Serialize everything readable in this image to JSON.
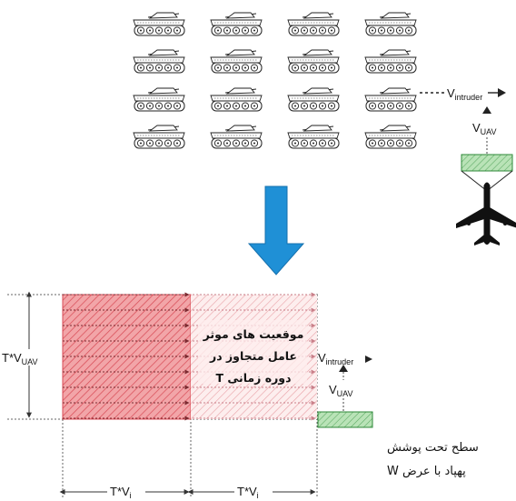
{
  "top": {
    "v_intruder_main": "V",
    "v_intruder_sub": "intruder",
    "v_uav_main": "V",
    "v_uav_sub": "UAV"
  },
  "bottom": {
    "height_label_main": "T*V",
    "height_label_sub": "UAV",
    "center_text_line1": "موقعیت های موثر",
    "center_text_line2": "عامل متجاوز در",
    "center_text_line3": "دوره زمانی T",
    "v_intruder_main": "V",
    "v_intruder_sub": "intruder",
    "v_uav_main": "V",
    "v_uav_sub": "UAV",
    "coverage_line1": "سطح تحت پوشش",
    "coverage_line2": "پهپاد با عرض W",
    "width_label_1_main": "T*V",
    "width_label_1_sub": "i",
    "width_label_2_main": "T*V",
    "width_label_2_sub": "i"
  },
  "colors": {
    "red_region": "#f2a5a8",
    "red_stroke": "#d84a55",
    "hatch_region": "#fbe4e6",
    "uav_green": "#a7dba6",
    "uav_green_stroke": "#2f8a3a",
    "arrow_blue": "#1f90d6",
    "aircraft": "#111111"
  },
  "icons": {
    "tank": "tank-icon",
    "aircraft": "airplane-icon",
    "flow_arrow": "down-arrow-icon"
  }
}
